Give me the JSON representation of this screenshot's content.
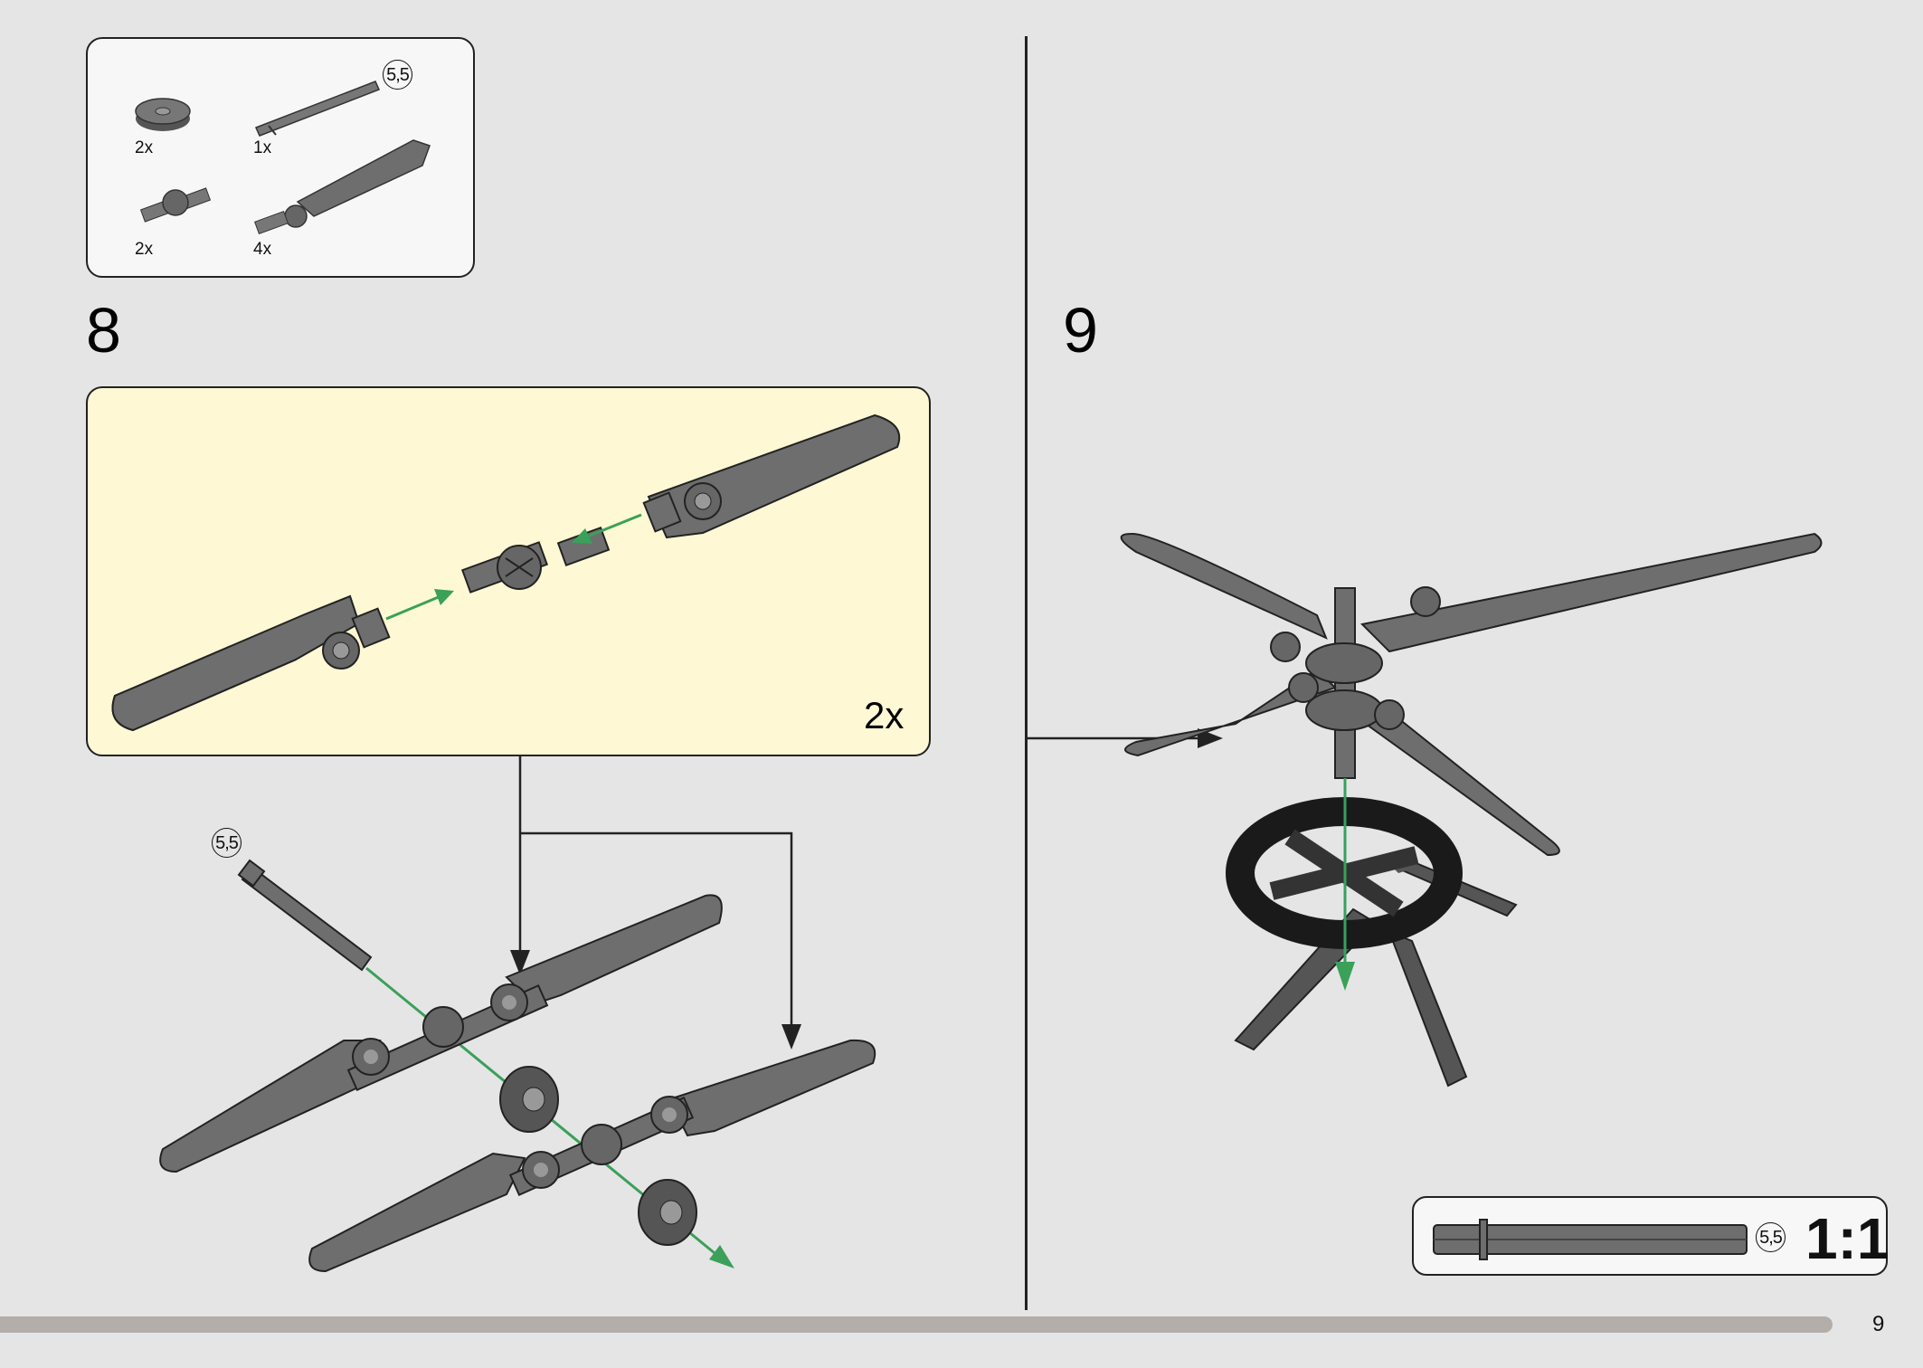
{
  "parts_list": {
    "items": [
      {
        "qty": "2x",
        "part": "round-tile-icon"
      },
      {
        "qty": "1x",
        "part": "axle-icon",
        "length": "5,5"
      },
      {
        "qty": "2x",
        "part": "axle-connector-icon"
      },
      {
        "qty": "4x",
        "part": "rotor-blade-icon"
      }
    ]
  },
  "steps": {
    "step8": {
      "number": "8",
      "subassembly_multiplier": "2x",
      "axle_length": "5,5"
    },
    "step9": {
      "number": "9"
    }
  },
  "scale_ref": {
    "axle_length": "5,5",
    "ratio": "1:1"
  },
  "page": {
    "number": "9"
  },
  "colors": {
    "background": "#e5e5e5",
    "subassembly_bg": "#fff8d4",
    "part_gray": "#6e6e6e",
    "arrow_green": "#3aa05a",
    "progress_bar": "#b3aeaa"
  }
}
